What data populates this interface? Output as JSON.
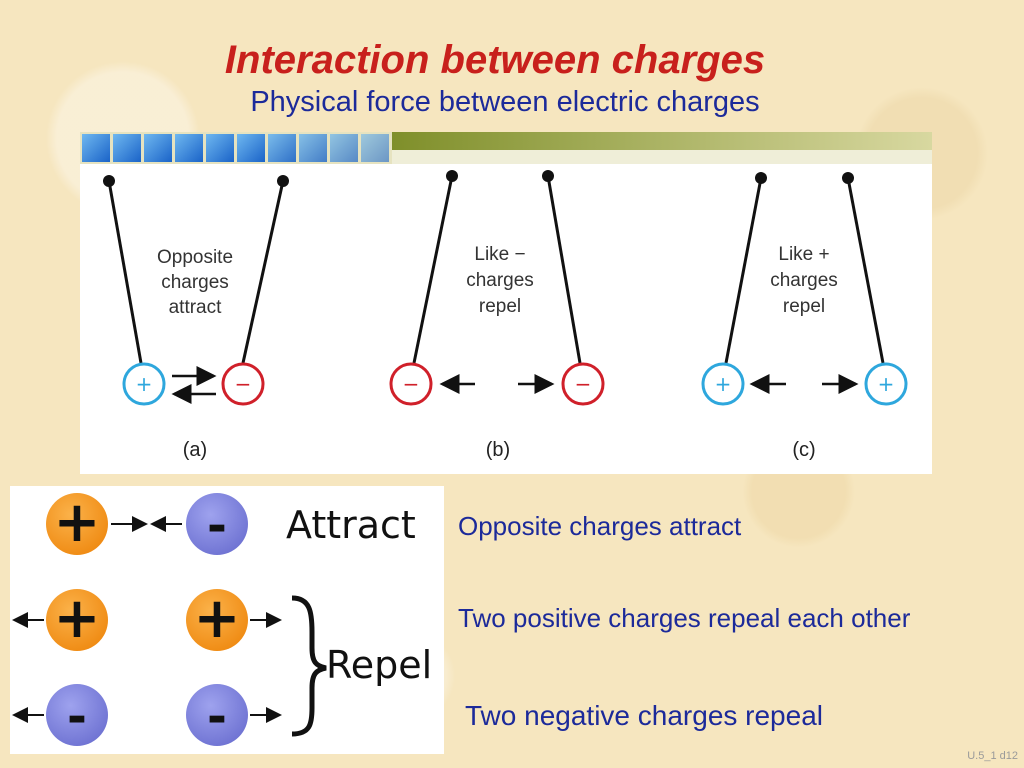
{
  "header": {
    "title": "Interaction between charges",
    "subtitle": "Physical force between electric charges"
  },
  "top_figure": {
    "panel_a": {
      "line1": "Opposite",
      "line2": "charges",
      "line3": "attract",
      "left_sign": "+",
      "right_sign": "−",
      "caption": "(a)"
    },
    "panel_b": {
      "line1": "Like −",
      "line2": "charges",
      "line3": "repel",
      "left_sign": "−",
      "right_sign": "−",
      "caption": "(b)"
    },
    "panel_c": {
      "line1": "Like +",
      "line2": "charges",
      "line3": "repel",
      "left_sign": "+",
      "right_sign": "+",
      "caption": "(c)"
    }
  },
  "bottom_figure": {
    "attract_label": "Attract",
    "repel_label": "Repel",
    "row1": {
      "left_sign": "+",
      "right_sign": "-"
    },
    "row2": {
      "left_sign": "+",
      "right_sign": "+"
    },
    "row3": {
      "left_sign": "-",
      "right_sign": "-"
    }
  },
  "descriptions": {
    "attract": "Opposite charges attract",
    "positive_repel": "Two positive charges repeal each other",
    "negative_repel": "Two negative charges repeal"
  },
  "footer": "U.5_1 d12",
  "colors": {
    "title": "#c8201c",
    "text_blue": "#1c2a9a",
    "positive_charge": "#f7921e",
    "negative_charge": "#7b7fd8",
    "circle_positive": "#2ea7dd",
    "circle_negative": "#d0202a"
  }
}
